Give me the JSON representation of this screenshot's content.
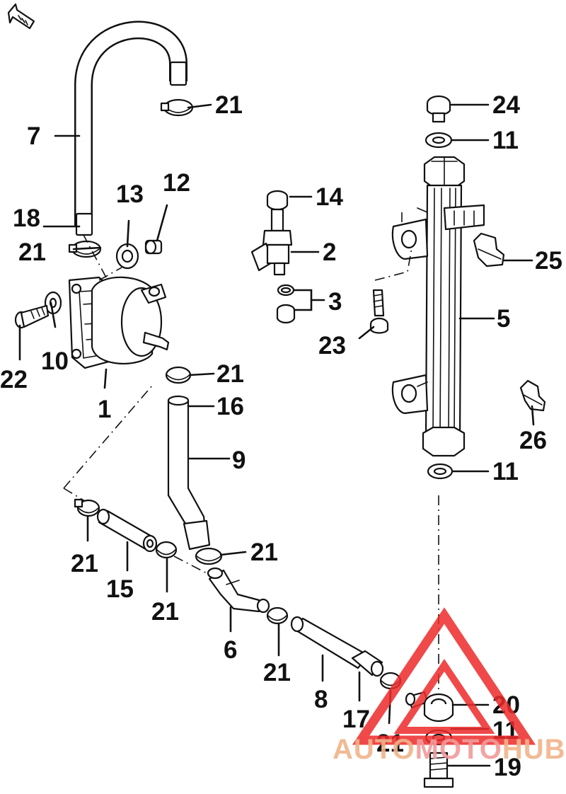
{
  "callouts": {
    "c1": "1",
    "c2": "2",
    "c3": "3",
    "c5": "5",
    "c6": "6",
    "c7": "7",
    "c8": "8",
    "c9": "9",
    "c10": "10",
    "c11a": "11",
    "c11b": "11",
    "c11c": "11",
    "c12": "12",
    "c13": "13",
    "c14": "14",
    "c15": "15",
    "c16": "16",
    "c17": "17",
    "c18": "18",
    "c19": "19",
    "c20": "20",
    "c21a": "21",
    "c21b": "21",
    "c21c": "21",
    "c21d": "21",
    "c21e": "21",
    "c21f": "21",
    "c21g": "21",
    "c21h": "21",
    "c22": "22",
    "c23": "23",
    "c24": "24",
    "c25": "25",
    "c26": "26"
  },
  "watermark": {
    "part1": "AUTO",
    "part2": "MOTO",
    "part3": "HUB",
    "color_main": "#f0b48a",
    "color_mid": "#f29a9a",
    "color_logo": "#ee2a2a"
  },
  "fwd_icon": "forward-arrow-icon"
}
